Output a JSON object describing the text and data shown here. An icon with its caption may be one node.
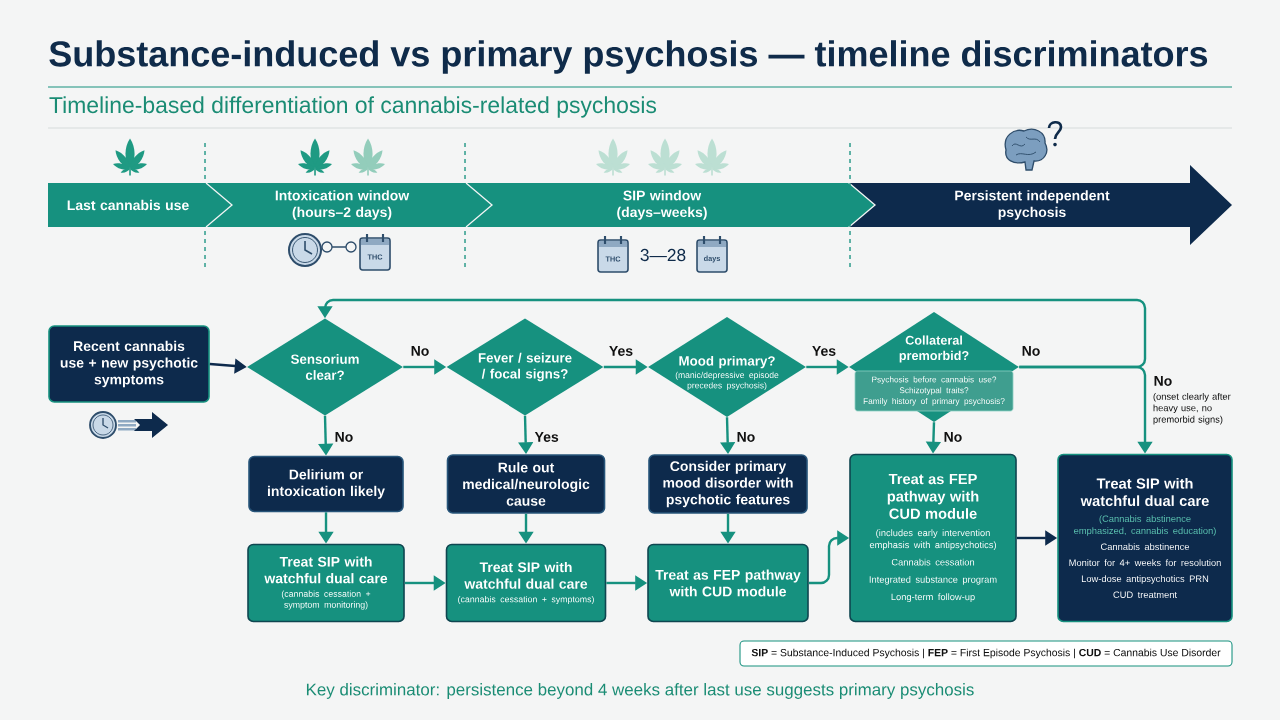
{
  "diagram": {
    "title": "Substance-induced vs primary psychosis — timeline discriminators",
    "caption": "Key discriminator: persistence beyond 4 weeks after last use suggests primary psychosis",
    "nodes": [
      {
        "text": [
          "Last cannabis use"
        ]
      },
      {
        "text": [
          "Intoxication window (hours–2 days)"
        ]
      },
      {
        "text": [
          "SIP window (days–weeks)"
        ]
      },
      {
        "text": [
          "Persistent independent psychosis"
        ]
      },
      {
        "text": [
          "Recent cannabis use + new psychotic symptoms"
        ]
      },
      {
        "text": [
          "Sensorium clear?"
        ]
      },
      {
        "text": [
          "Fever / seizure / focal signs?"
        ]
      },
      {
        "text": [
          "Mood primary?",
          "(manic/depressive episode precedes psychosis)"
        ]
      },
      {
        "text": [
          "Collateral premorbid?",
          "Psychosis before cannabis use?",
          "Schizotypal traits?",
          "Family history of primary psychosis?"
        ]
      },
      {
        "text": [
          "Delirium or intoxication likely"
        ]
      },
      {
        "text": [
          "Rule out medical/neurologic cause"
        ]
      },
      {
        "text": [
          "Consider primary mood disorder with psychotic features"
        ]
      },
      {
        "text": [
          "Treat SIP with watchful dual care",
          "(cannabis cessation + symptom monitoring)"
        ]
      },
      {
        "text": [
          "Treat SIP with watchful dual care",
          "(cannabis cessation + symptoms)"
        ]
      },
      {
        "text": [
          "Treat as FEP pathway with CUD module"
        ]
      },
      {
        "text": [
          "Treat as FEP pathway with CUD module",
          "(includes early intervention emphasis with antipsychotics)",
          "Cannabis cessation",
          "Integrated substance program",
          "Long-term follow-up"
        ]
      },
      {
        "text": [
          "Treat SIP with watchful dual care",
          "(Cannabis abstinence emphasized, cannabis education)",
          "Cannabis abstinence",
          "Monitor for 4+ weeks for resolution",
          "Low-dose antipsychotics PRN",
          "CUD treatment"
        ]
      }
    ],
    "edges": [
      {
        "from": 4,
        "to": 5,
        "arrow": "to",
        "color": "#0d2a4c"
      },
      {
        "from": 5,
        "to": 6,
        "arrow": "to",
        "label": "No"
      },
      {
        "from": 6,
        "to": 7,
        "arrow": "to",
        "label": "Yes"
      },
      {
        "from": 7,
        "to": 8,
        "arrow": "to",
        "label": "Yes"
      },
      {
        "from": 5,
        "to": 9,
        "arrow": "to",
        "label": "No"
      },
      {
        "from": 6,
        "to": 10,
        "arrow": "to",
        "label": "Yes"
      },
      {
        "from": 7,
        "to": 11,
        "arrow": "to",
        "label": "No"
      },
      {
        "from": 8,
        "to": 15,
        "arrow": "to",
        "label": "No"
      },
      {
        "from": 8,
        "to": 5,
        "arrow": "to",
        "label": "No"
      },
      {
        "from": 8,
        "to": 16,
        "arrow": "to",
        "label": "No"
      },
      {
        "from": 9,
        "to": 12,
        "arrow": "to"
      },
      {
        "from": 10,
        "to": 13,
        "arrow": "to"
      },
      {
        "from": 11,
        "to": 14,
        "arrow": "to"
      },
      {
        "from": 12,
        "to": 13,
        "arrow": "to"
      },
      {
        "from": 13,
        "to": 14,
        "arrow": "to"
      },
      {
        "from": 14,
        "to": 15,
        "arrow": "to"
      },
      {
        "from": 15,
        "to": 16,
        "arrow": "to",
        "color": "#0d2a4c"
      }
    ],
    "labels": [
      "Timeline-based differentiation of cannabis-related psychosis",
      "THC",
      "THC",
      "3—28",
      "days",
      "(onset clearly after heavy use, no premorbid signs)",
      "**SIP** = Substance-Induced Psychosis | **FEP** = First Episode Psychosis | **CUD** = Cannabis Use Disorder"
    ]
  }
}
